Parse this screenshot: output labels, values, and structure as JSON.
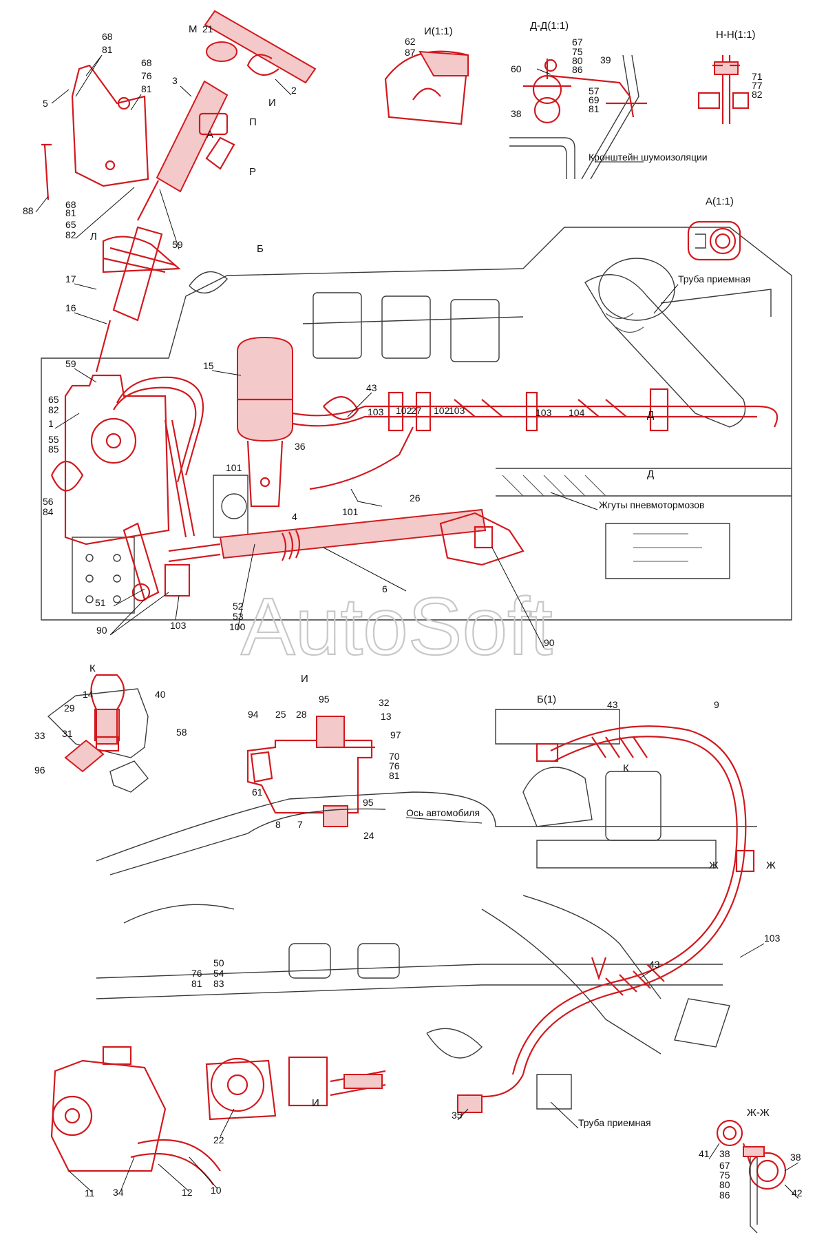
{
  "watermark": "AutoSoft",
  "views": {
    "detail_I": "И(1:1)",
    "section_DD": "Д-Д(1:1)",
    "section_NN": "Н-Н(1:1)",
    "view_A": "А(1:1)",
    "view_K": "К",
    "view_I_section": "И",
    "view_B": "Б(1)",
    "section_ZhZh": "Ж-Ж"
  },
  "captions": {
    "bracket_insulation": "Кронштейн шумоизоляции",
    "intake_pipe_top": "Труба приемная",
    "harness": "Жгуты пневмотормозов",
    "vehicle_axis": "Ось автомобиля",
    "intake_pipe_bottom": "Труба приемная"
  },
  "markers": {
    "B": "Б",
    "A": "А",
    "P": "П",
    "R": "Р",
    "M": "М",
    "I_top": "И",
    "L": "Л",
    "D_top": "Д",
    "D_bottom": "Д",
    "K": "К",
    "Zh_left": "Ж",
    "Zh_right": "Ж",
    "I_bottom": "И"
  },
  "labels": [
    {
      "id": "l68a",
      "text": "68"
    },
    {
      "id": "l81a",
      "text": "81"
    },
    {
      "id": "l5",
      "text": "5"
    },
    {
      "id": "l68b",
      "text": "68"
    },
    {
      "id": "l76a",
      "text": "76"
    },
    {
      "id": "l81b",
      "text": "81"
    },
    {
      "id": "l21",
      "text": "21"
    },
    {
      "id": "l3",
      "text": "3"
    },
    {
      "id": "l2",
      "text": "2"
    },
    {
      "id": "l88",
      "text": "88"
    },
    {
      "id": "l68c",
      "text": "68"
    },
    {
      "id": "l81c",
      "text": "81"
    },
    {
      "id": "l65a",
      "text": "65"
    },
    {
      "id": "l82a",
      "text": "82"
    },
    {
      "id": "l59a",
      "text": "59"
    },
    {
      "id": "l17",
      "text": "17"
    },
    {
      "id": "l16",
      "text": "16"
    },
    {
      "id": "l59b",
      "text": "59"
    },
    {
      "id": "l65b",
      "text": "65"
    },
    {
      "id": "l82b",
      "text": "82"
    },
    {
      "id": "l1",
      "text": "1"
    },
    {
      "id": "l55",
      "text": "55"
    },
    {
      "id": "l85",
      "text": "85"
    },
    {
      "id": "l56",
      "text": "56"
    },
    {
      "id": "l84",
      "text": "84"
    },
    {
      "id": "l51",
      "text": "51"
    },
    {
      "id": "l90a",
      "text": "90"
    },
    {
      "id": "l103a",
      "text": "103"
    },
    {
      "id": "l15",
      "text": "15"
    },
    {
      "id": "l43a",
      "text": "43"
    },
    {
      "id": "l36",
      "text": "36"
    },
    {
      "id": "l101a",
      "text": "101"
    },
    {
      "id": "l4",
      "text": "4"
    },
    {
      "id": "l101b",
      "text": "101"
    },
    {
      "id": "l26",
      "text": "26"
    },
    {
      "id": "l103b",
      "text": "103"
    },
    {
      "id": "l102a",
      "text": "102"
    },
    {
      "id": "l27",
      "text": "27"
    },
    {
      "id": "l102b",
      "text": "102"
    },
    {
      "id": "l103c",
      "text": "103"
    },
    {
      "id": "l103d",
      "text": "103"
    },
    {
      "id": "l104",
      "text": "104"
    },
    {
      "id": "l6",
      "text": "6"
    },
    {
      "id": "l52",
      "text": "52"
    },
    {
      "id": "l53",
      "text": "53"
    },
    {
      "id": "l100",
      "text": "100"
    },
    {
      "id": "l90b",
      "text": "90"
    },
    {
      "id": "l62",
      "text": "62"
    },
    {
      "id": "l87",
      "text": "87"
    },
    {
      "id": "l67a",
      "text": "67"
    },
    {
      "id": "l75a",
      "text": "75"
    },
    {
      "id": "l80a",
      "text": "80"
    },
    {
      "id": "l86a",
      "text": "86"
    },
    {
      "id": "l60",
      "text": "60"
    },
    {
      "id": "l39",
      "text": "39"
    },
    {
      "id": "l57",
      "text": "57"
    },
    {
      "id": "l69",
      "text": "69"
    },
    {
      "id": "l81d",
      "text": "81"
    },
    {
      "id": "l38a",
      "text": "38"
    },
    {
      "id": "l71",
      "text": "71"
    },
    {
      "id": "l77",
      "text": "77"
    },
    {
      "id": "l82c",
      "text": "82"
    },
    {
      "id": "l14",
      "text": "14"
    },
    {
      "id": "l40",
      "text": "40"
    },
    {
      "id": "l29",
      "text": "29"
    },
    {
      "id": "l58",
      "text": "58"
    },
    {
      "id": "l33",
      "text": "33"
    },
    {
      "id": "l31",
      "text": "31"
    },
    {
      "id": "l96",
      "text": "96"
    },
    {
      "id": "l95a",
      "text": "95"
    },
    {
      "id": "l32",
      "text": "32"
    },
    {
      "id": "l94",
      "text": "94"
    },
    {
      "id": "l25",
      "text": "25"
    },
    {
      "id": "l28",
      "text": "28"
    },
    {
      "id": "l13",
      "text": "13"
    },
    {
      "id": "l97",
      "text": "97"
    },
    {
      "id": "l70",
      "text": "70"
    },
    {
      "id": "l76b",
      "text": "76"
    },
    {
      "id": "l81e",
      "text": "81"
    },
    {
      "id": "l61",
      "text": "61"
    },
    {
      "id": "l95b",
      "text": "95"
    },
    {
      "id": "l8",
      "text": "8"
    },
    {
      "id": "l7",
      "text": "7"
    },
    {
      "id": "l24",
      "text": "24"
    },
    {
      "id": "l43b",
      "text": "43"
    },
    {
      "id": "l9",
      "text": "9"
    },
    {
      "id": "l103e",
      "text": "103"
    },
    {
      "id": "l43c",
      "text": "43"
    },
    {
      "id": "l76c",
      "text": "76"
    },
    {
      "id": "l81f",
      "text": "81"
    },
    {
      "id": "l50",
      "text": "50"
    },
    {
      "id": "l54",
      "text": "54"
    },
    {
      "id": "l83",
      "text": "83"
    },
    {
      "id": "l22",
      "text": "22"
    },
    {
      "id": "l35",
      "text": "35"
    },
    {
      "id": "l11",
      "text": "11"
    },
    {
      "id": "l34",
      "text": "34"
    },
    {
      "id": "l12",
      "text": "12"
    },
    {
      "id": "l10",
      "text": "10"
    },
    {
      "id": "l41",
      "text": "41"
    },
    {
      "id": "l38b",
      "text": "38"
    },
    {
      "id": "l67b",
      "text": "67"
    },
    {
      "id": "l75b",
      "text": "75"
    },
    {
      "id": "l80b",
      "text": "80"
    },
    {
      "id": "l86b",
      "text": "86"
    },
    {
      "id": "l38c",
      "text": "38"
    },
    {
      "id": "l42",
      "text": "42"
    }
  ]
}
